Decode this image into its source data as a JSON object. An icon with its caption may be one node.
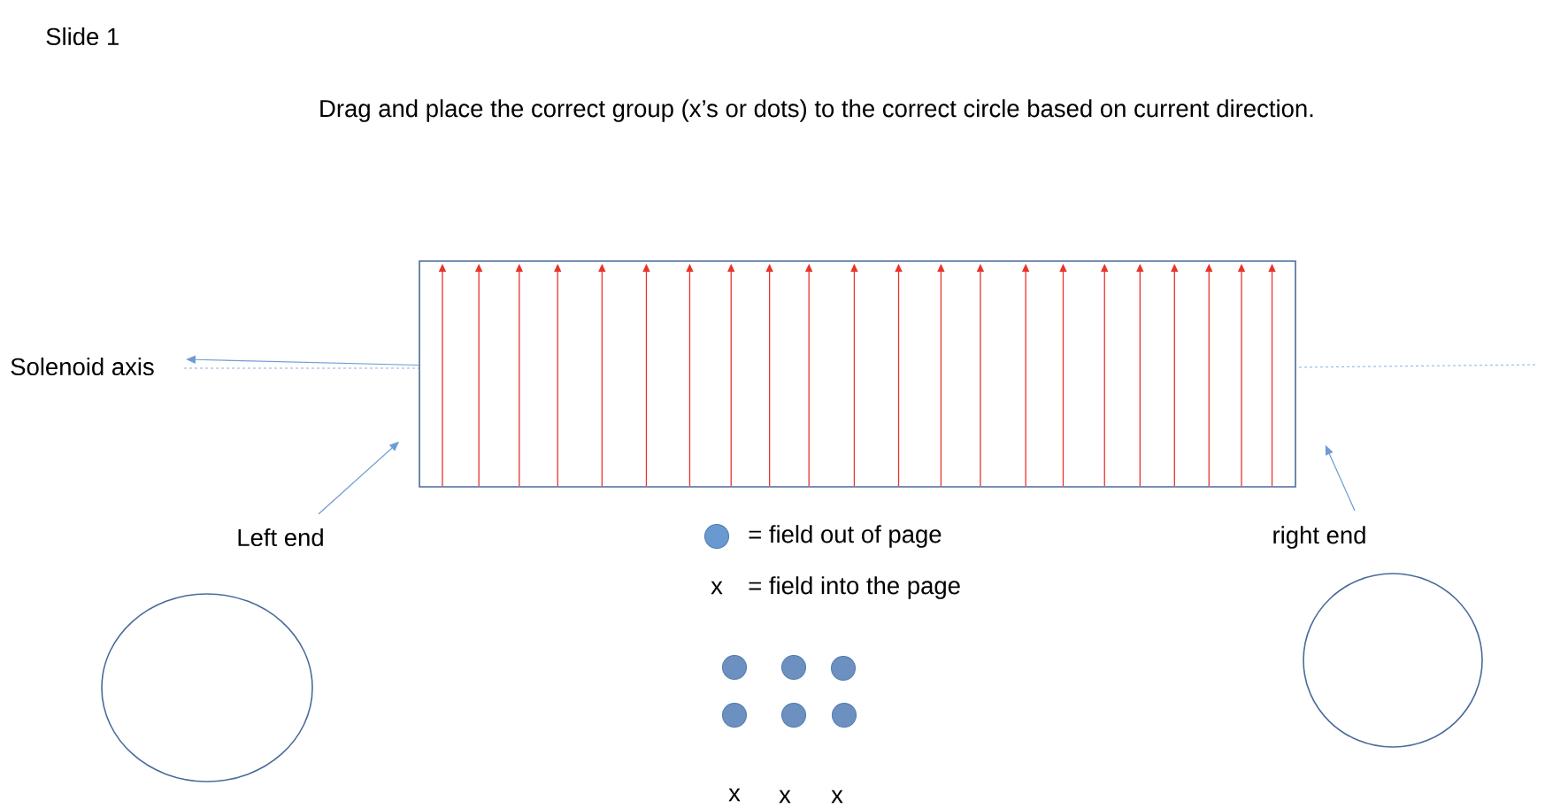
{
  "diagram": {
    "title": "Drag and place the correct group (x’s or dots) to the correct circle based on current direction.",
    "nodes": [
      {
        "text": [
          "Solenoid axis"
        ]
      },
      {
        "text": [],
        "shape": "box"
      },
      {
        "text": [
          "Left end"
        ]
      },
      {
        "text": [
          "right end"
        ]
      },
      {
        "text": [],
        "shape": "circle"
      },
      {
        "text": [],
        "shape": "circle"
      }
    ],
    "edges": [
      {
        "from": 1,
        "to": 0,
        "arrow": "to"
      },
      {
        "from": 2,
        "to": 1,
        "arrow": "to"
      },
      {
        "from": 3,
        "to": 1,
        "arrow": "to"
      }
    ],
    "labels": [
      "Slide 1",
      "x",
      "x",
      "x",
      "x"
    ],
    "legend": [
      {
        "text": "= field out of page",
        "color": "#6a98d0"
      },
      {
        "text": "= field into the page"
      }
    ]
  }
}
